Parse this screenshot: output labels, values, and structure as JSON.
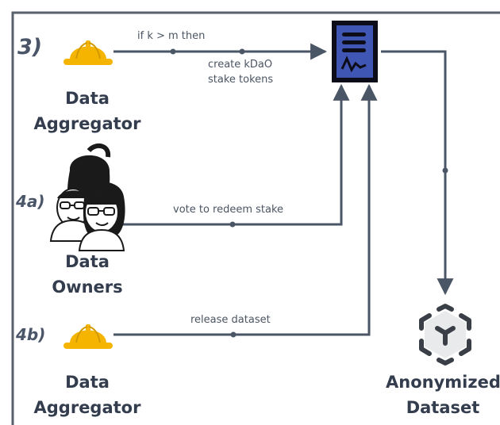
{
  "steps": {
    "s3": "3)",
    "s4a": "4a)",
    "s4b": "4b)"
  },
  "actors": {
    "aggregator_top": {
      "line1": "Data",
      "line2": "Aggregator"
    },
    "owners": {
      "line1": "Data",
      "line2": "Owners"
    },
    "aggregator_bottom": {
      "line1": "Data",
      "line2": "Aggregator"
    },
    "anonymized": {
      "line1": "Anonymized",
      "line2": "Dataset"
    }
  },
  "edges": {
    "condition": "if k > m then",
    "create_line1": "create kDaO",
    "create_line2": "stake tokens",
    "vote": "vote to redeem stake",
    "release": "release dataset"
  },
  "colors": {
    "border": "#59616d",
    "line": "#4a5566",
    "hat": "#f4b400",
    "doc_fill": "#3f56b5",
    "doc_frame": "#0d0d1a",
    "cube": "#3a3f47"
  }
}
